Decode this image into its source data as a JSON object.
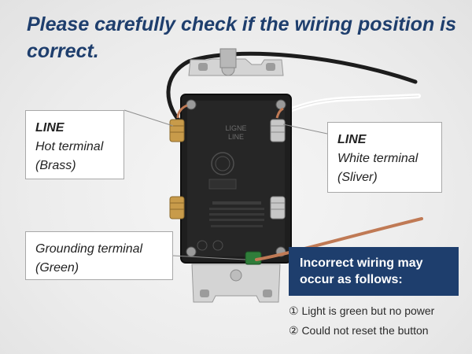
{
  "headline": "Please carefully check if the wiring position is correct.",
  "callouts": {
    "line_hot": {
      "title": "LINE",
      "line1": "Hot terminal",
      "line2": "(Brass)"
    },
    "line_white": {
      "title": "LINE",
      "line1": "White terminal",
      "line2": "(Sliver)"
    },
    "ground": {
      "line1": "Grounding terminal",
      "line2": "(Green)"
    }
  },
  "warning": {
    "title": "Incorrect wiring may occur as follows:",
    "items": [
      "① Light is green but no power",
      "② Could not reset the button"
    ]
  },
  "device_text": {
    "top_label_1": "LIGNE",
    "top_label_2": "LINE"
  },
  "colors": {
    "accent": "#1e3e6d",
    "brass": "#c89b4a",
    "silver": "#c7c7c7",
    "green": "#2f7d3a",
    "copper": "#c07a55"
  }
}
